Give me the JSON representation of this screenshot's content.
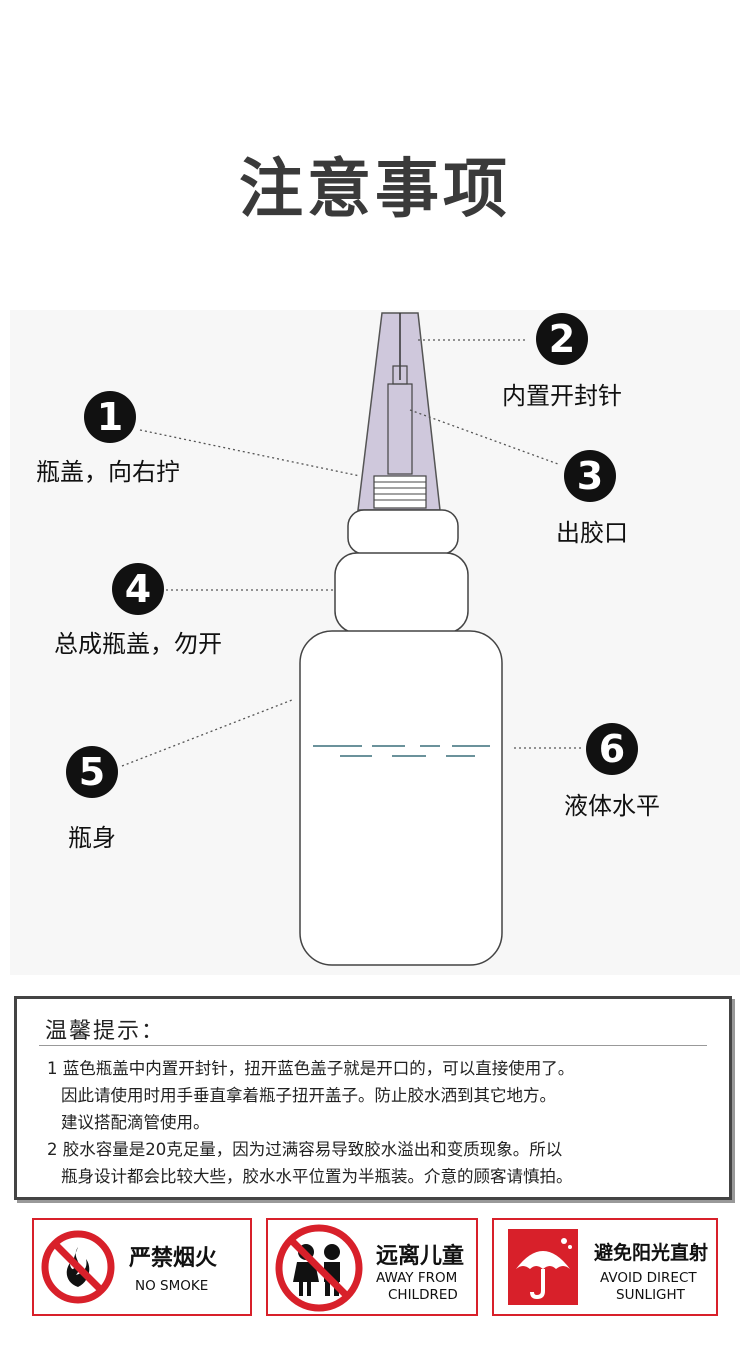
{
  "title": "注意事项",
  "callouts": [
    {
      "num": "1",
      "label": "瓶盖，向右拧"
    },
    {
      "num": "2",
      "label": "内置开封针"
    },
    {
      "num": "3",
      "label": "出胶口"
    },
    {
      "num": "4",
      "label": "总成瓶盖，勿开"
    },
    {
      "num": "5",
      "label": "瓶身"
    },
    {
      "num": "6",
      "label": "液体水平"
    }
  ],
  "tips": {
    "title": "温馨提示：",
    "lines": [
      "1 蓝色瓶盖中内置开封针，扭开蓝色盖子就是开口的，可以直接使用了。",
      "因此请使用时用手垂直拿着瓶子扭开盖子。防止胶水洒到其它地方。",
      "建议搭配滴管使用。",
      "2 胶水容量是20克足量，因为过满容易导致胶水溢出和变质现象。所以",
      "瓶身设计都会比较大些，胶水水平位置为半瓶装。介意的顾客请慎拍。"
    ]
  },
  "warnings": [
    {
      "zh": "严禁烟火",
      "en": "NO SMOKE",
      "icon": "no-fire-icon"
    },
    {
      "zh": "远离儿童",
      "en1": "AWAY FROM",
      "en2": "CHILDRED",
      "icon": "no-children-icon"
    },
    {
      "zh": "避免阳光直射",
      "en1": "AVOID DIRECT",
      "en2": "SUNLIGHT",
      "icon": "umbrella-icon"
    }
  ],
  "colors": {
    "accent_red": "#d8202a",
    "nozzle": "#cfc8dc",
    "liquid": "#3a6f7a"
  }
}
